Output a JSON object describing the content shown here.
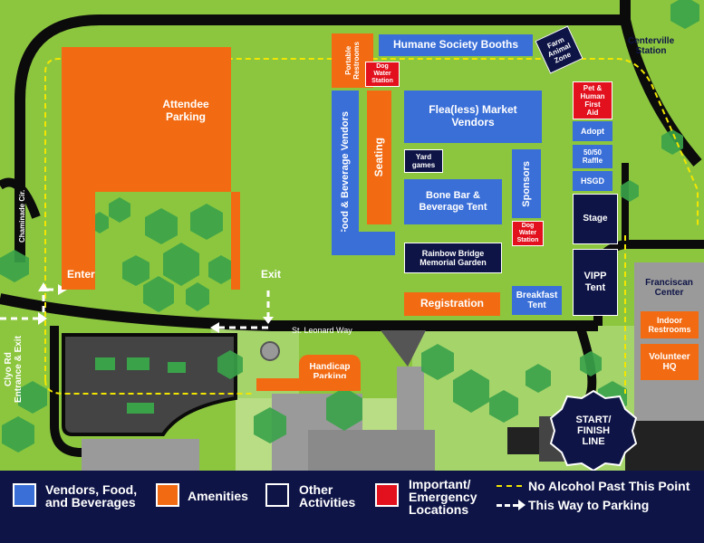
{
  "colors": {
    "grass": "#8cc63f",
    "vendor_blue": "#3a6fd8",
    "amenity_orange": "#f26b12",
    "other_navy": "#0e1446",
    "emergency_red": "#e2111d",
    "no_alcohol_line": "#f2e600"
  },
  "map": {
    "attendee_parking": "Attendee\nParking",
    "enter": "Enter",
    "exit": "Exit",
    "chaminade": "Chaminade Cir.",
    "clyo": "Clyo Rd\nEntrance & Exit",
    "st_leonard": "St. Leonard Way",
    "centerville_station": "Centerville\nStation",
    "handicap_parking": "Handicap\nParking",
    "portable_restrooms": "Portable\nRestrooms",
    "humane_society_booths": "Humane Society Booths",
    "farm_animal_zone": "Farm\nAnimal\nZone",
    "dog_water_station_1": "Dog\nWater\nStation",
    "dog_water_station_2": "Dog\nWater\nStation",
    "flea_market": "Flea(less) Market\nVendors",
    "pet_human_first_aid": "Pet &\nHuman\nFirst\nAid",
    "adopt": "Adopt",
    "raffle": "50/50\nRaffle",
    "hsgd": "HSGD",
    "stage": "Stage",
    "vipp_tent": "VIPP\nTent",
    "food_beverage_vendors": "Food & Beverage Vendors",
    "seating": "Seating",
    "yard_games": "Yard\ngames",
    "bone_bar": "Bone Bar &\nBeverage Tent",
    "sponsors": "Sponsors",
    "rainbow_bridge": "Rainbow Bridge\nMemorial Garden",
    "registration": "Registration",
    "breakfast_tent": "Breakfast\nTent",
    "franciscan_center": "Franciscan\nCenter",
    "indoor_restrooms": "Indoor\nRestrooms",
    "volunteer_hq": "Volunteer\nHQ",
    "start_finish": "START/\nFINISH\nLINE"
  },
  "legend": {
    "vendors": "Vendors, Food,\nand Beverages",
    "amenities": "Amenities",
    "other": "Other\nActivities",
    "important": "Important/\nEmergency\nLocations",
    "no_alcohol": "No Alcohol Past This Point",
    "parking_way": "This Way to Parking"
  }
}
